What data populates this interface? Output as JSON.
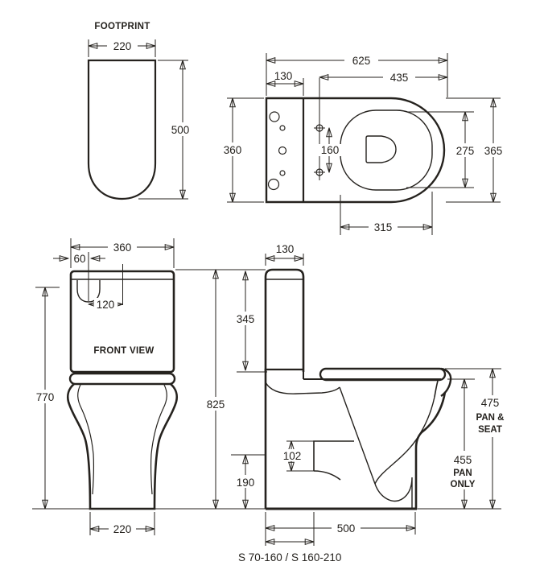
{
  "drawing": {
    "footprint": {
      "title": "FOOTPRINT",
      "width": "220",
      "depth": "500"
    },
    "plan": {
      "overall_length": "625",
      "cistern_depth": "130",
      "hole_to_front": "435",
      "fixing_hole_centres": "160",
      "seat_inner_width": "275",
      "overall_width": "365",
      "cistern_width": "360",
      "seat_inner_length": "315"
    },
    "front": {
      "title": "FRONT VIEW",
      "cistern_width": "360",
      "button_offset": "60",
      "button_to_centreline": "120",
      "height_to_lid_line": "770",
      "overall_height": "825",
      "base_width": "220"
    },
    "side": {
      "cistern_depth": "130",
      "cistern_height": "345",
      "outlet_size": "102",
      "outlet_centre_height": "190",
      "pan_depth": "500",
      "pan_seat_height": "475",
      "pan_seat_word1": "PAN &",
      "pan_seat_word2": "SEAT",
      "pan_only_height": "455",
      "pan_only_word1": "PAN",
      "pan_only_word2": "ONLY",
      "trap_range": "S 70-160  /  S 160-210"
    }
  }
}
